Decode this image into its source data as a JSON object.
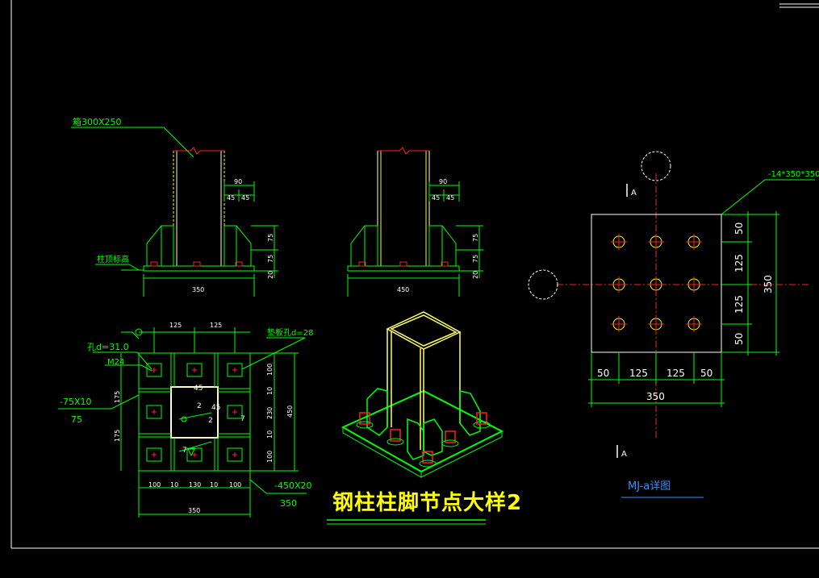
{
  "colors": {
    "background": "#000000",
    "frame": "#ffffff",
    "dimension": "#00ff00",
    "steel": "#ffffcc",
    "hidden": "#ffff00",
    "plate": "#00ff00",
    "bolt": "#ff2020",
    "centerline": "#ff2020",
    "title": "#ffff00",
    "detail_title": "#3a8fff",
    "circle_mark": "#ffffff",
    "iso_column": "#ffff66",
    "iso_plate": "#00ff00"
  },
  "view1": {
    "leader_label": "箱300X250",
    "level_label": "柱顶标高",
    "dim_top": "90",
    "dim_45a": "45",
    "dim_45b": "45",
    "dim_v1": "75",
    "dim_v2": "75",
    "dim_v3": "20",
    "dim_width": "350"
  },
  "view2": {
    "dim_top": "90",
    "dim_45a": "45",
    "dim_45b": "45",
    "dim_v1": "75",
    "dim_v2": "75",
    "dim_v3": "20",
    "dim_width": "450"
  },
  "plan": {
    "dim_125a": "125",
    "dim_125b": "125",
    "hole_label": "孔d=31.0",
    "washer_label": "垫板孔d=28",
    "bolt_label": "M24",
    "stiffener_label": "-75X10",
    "stiffener_sub": "75",
    "dim_175a": "175",
    "dim_175b": "175",
    "dim_right_100a": "100",
    "dim_right_10a": "10",
    "dim_right_230": "230",
    "dim_right_10b": "10",
    "dim_right_100b": "100",
    "dim_overall_right": "450",
    "bottom_100a": "100",
    "bottom_10a": "10",
    "bottom_130": "130",
    "bottom_10b": "10",
    "bottom_100b": "100",
    "plate_label": "-450X20",
    "plate_sub": "350",
    "dim_width": "350",
    "weld_45a": "45",
    "weld_2a": "2",
    "weld_45b": "45",
    "weld_2b": "2",
    "weld_7a": "7",
    "weld_7b": "7"
  },
  "title": {
    "text": "钢柱柱脚节点大样2"
  },
  "detail": {
    "plate_label": "-14*350*350",
    "section_a_top": "A",
    "section_a_bottom": "A",
    "dim_right_50a": "50",
    "dim_right_125a": "125",
    "dim_right_125b": "125",
    "dim_right_50b": "50",
    "dim_right_total": "350",
    "dim_bottom_50a": "50",
    "dim_bottom_125a": "125",
    "dim_bottom_125b": "125",
    "dim_bottom_50b": "50",
    "dim_bottom_total": "350",
    "title": "MJ-a详图",
    "holes_rows": 3,
    "holes_cols": 3
  }
}
